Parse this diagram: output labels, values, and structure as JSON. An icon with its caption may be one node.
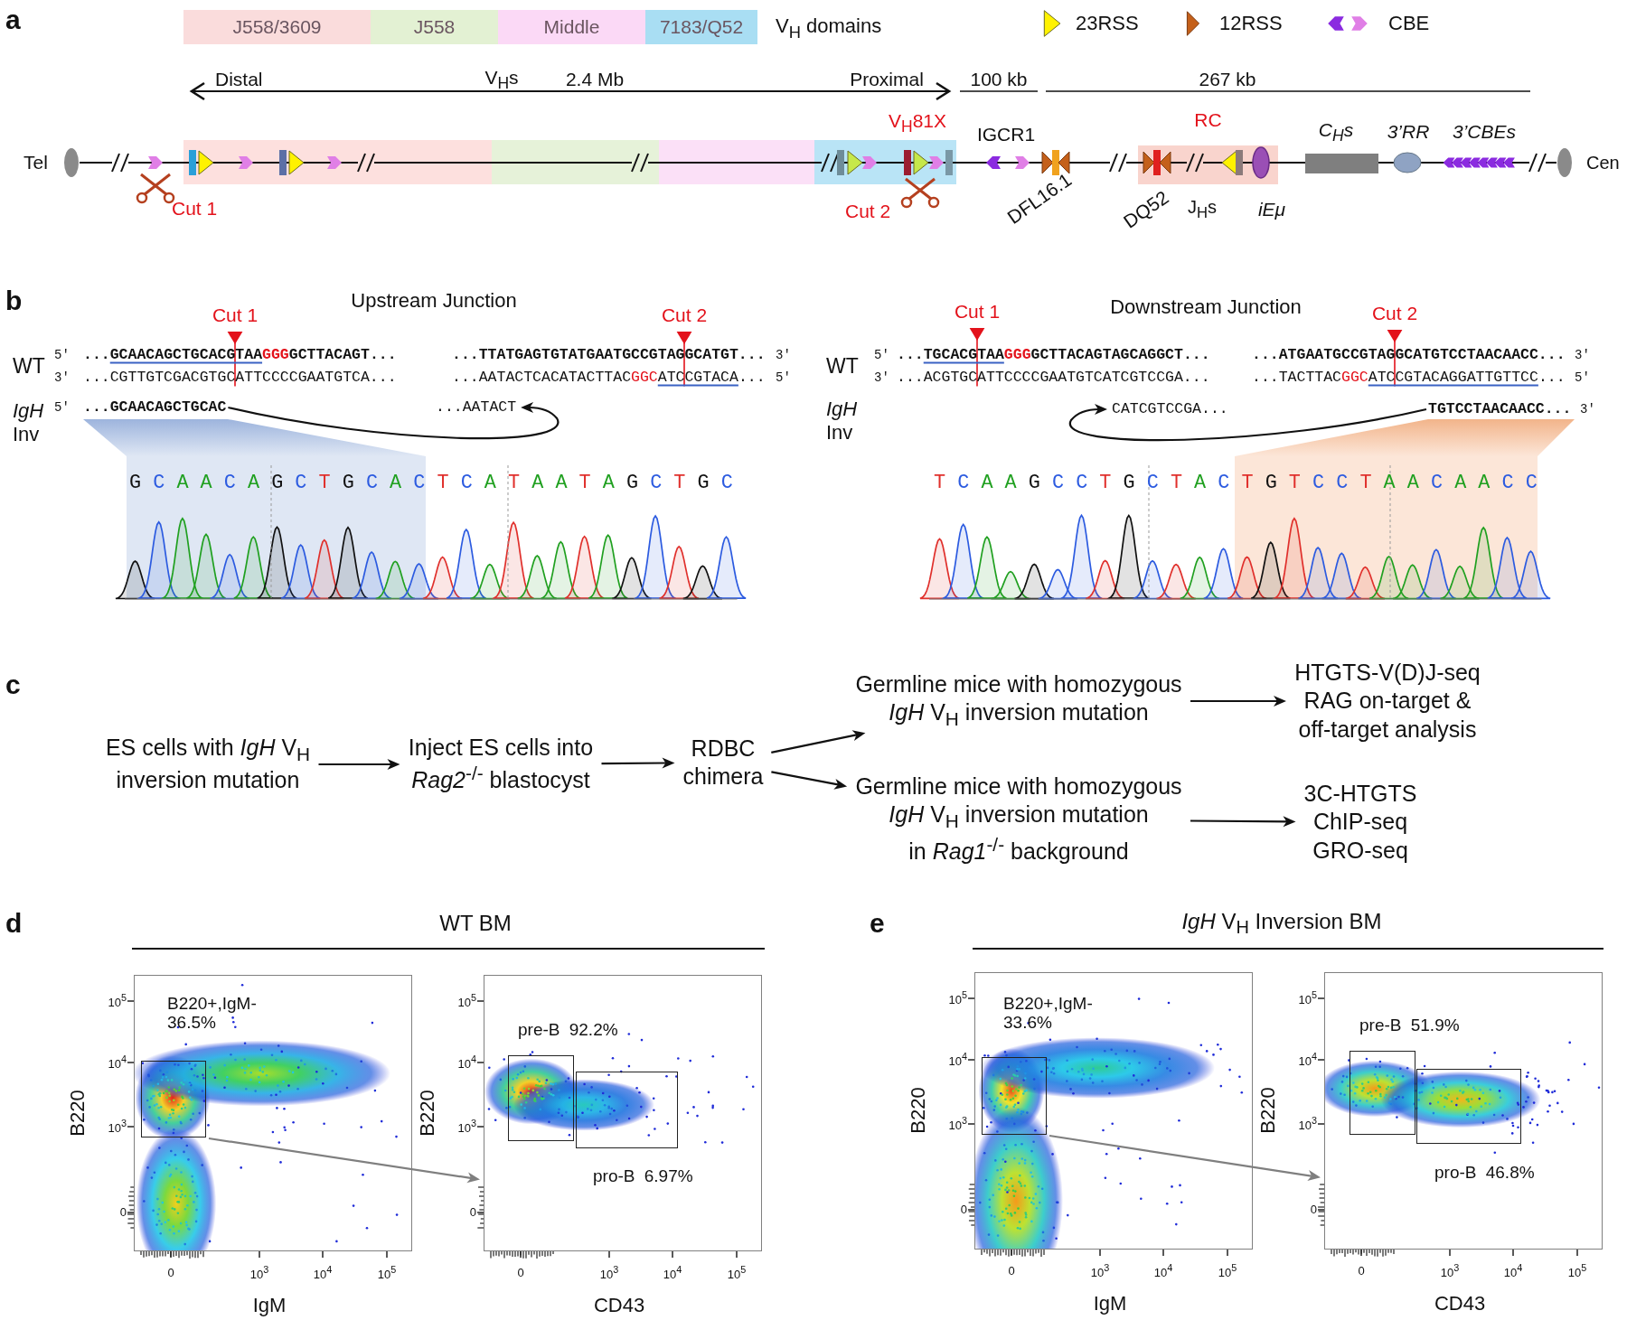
{
  "diagram": {
    "nodes": [
      {
        "text": [
          "J558/3609"
        ]
      },
      {
        "text": [
          "J558"
        ]
      },
      {
        "text": [
          "Middle"
        ]
      },
      {
        "text": [
          "7183/Q52"
        ]
      },
      {
        "text": [
          "RC"
        ]
      },
      {
        "text": [
          "...GCAACAGCTGCAC"
        ]
      },
      {
        "text": [
          "...AATACT"
        ]
      },
      {
        "text": [
          "CATCGTCCGA..."
        ]
      },
      {
        "text": [
          "TGTCCTAACAACC..."
        ]
      },
      {
        "text": [
          "ES cells with *IgH* V$_{H}$ inversion mutation"
        ]
      },
      {
        "text": [
          "Inject ES cells into *Rag2*$^{-/-}$ blastocyst"
        ]
      },
      {
        "text": [
          "RDBC chimera"
        ]
      },
      {
        "text": [
          "Germline mice with homozygous *IgH* V$_{H}$ inversion mutation"
        ]
      },
      {
        "text": [
          "Germline mice with homozygous *IgH* V$_{H}$ inversion mutation in *Rag1*$^{-/-}$ background"
        ]
      },
      {
        "text": [
          "HTGTS-V(D)J-seq RAG on-target & off-target analysis"
        ]
      },
      {
        "text": [
          "3C-HTGTS ChIP-seq GRO-seq"
        ]
      },
      {
        "text": [],
        "shape": "box"
      },
      {
        "text": [
          "B220+,IgM- 36.5%"
        ],
        "in": 16
      },
      {
        "text": [],
        "shape": "box"
      },
      {
        "text": [
          "pre-B 92.2%"
        ],
        "in": 18
      },
      {
        "text": [
          "pro-B 6.97%"
        ],
        "in": 18
      },
      {
        "text": [],
        "shape": "box"
      },
      {
        "text": [
          "B220+,IgM- 33.6%"
        ],
        "in": 21
      },
      {
        "text": [],
        "shape": "box"
      },
      {
        "text": [
          "pre-B 51.9%"
        ],
        "in": 23
      },
      {
        "text": [
          "pro-B 46.8%"
        ],
        "in": 23
      },
      {
        "text": [
          "Cut 1"
        ]
      },
      {
        "text": [
          "Cut 2"
        ]
      },
      {
        "text": [
          "Cut 1"
        ]
      },
      {
        "text": [
          "Cut 2"
        ]
      },
      {
        "text": [
          "...CGTTGTCGACGTGCATTCCCCGAATGTCA..."
        ]
      },
      {
        "text": [
          "...AATACTCACATACTTACGGCATCCGTACA..."
        ]
      },
      {
        "text": [
          "...ACGTGCATTCCCCGAATGTCATCGTCCGA..."
        ]
      },
      {
        "text": [
          "...TACTTACGGCATCCGTACAGGATTGTTCC..."
        ]
      }
    ],
    "edges": [
      {
        "from": 5,
        "to": 6,
        "arrow": "to"
      },
      {
        "from": 8,
        "to": 7,
        "arrow": "to"
      },
      {
        "from": 9,
        "to": 10,
        "arrow": "to"
      },
      {
        "from": 10,
        "to": 11,
        "arrow": "to"
      },
      {
        "from": 11,
        "to": 12,
        "arrow": "to"
      },
      {
        "from": 11,
        "to": 13,
        "arrow": "to"
      },
      {
        "from": 12,
        "to": 14,
        "arrow": "to"
      },
      {
        "from": 13,
        "to": 15,
        "arrow": "to"
      },
      {
        "from": 17,
        "to": 18,
        "arrow": "to",
        "color": "#7f7f7f"
      },
      {
        "from": 22,
        "to": 23,
        "arrow": "to",
        "color": "#7f7f7f"
      },
      {
        "from": 26,
        "to": 30,
        "arrow": "to",
        "color": "#e3121b"
      },
      {
        "from": 27,
        "to": 31,
        "arrow": "to",
        "color": "#e3121b"
      },
      {
        "from": 28,
        "to": 32,
        "arrow": "to",
        "color": "#e3121b"
      },
      {
        "from": 29,
        "to": 33,
        "arrow": "to",
        "color": "#e3121b"
      }
    ],
    "labels": [
      "a",
      "V$_{H}$ domains",
      "Distal",
      "V$_{H}$s",
      "2.4 Mb",
      "Proximal",
      "100 kb",
      "267 kb",
      "V$_{H}$81X",
      "IGCR1",
      "C$_{H}$s",
      "3’RR",
      "3’CBEs",
      "Tel",
      "Cen",
      "Cut 1",
      "Cut 2",
      "DFL16.1",
      "DQ52",
      "J$_{H}$s",
      "iEμ",
      "b",
      "Upstream Junction",
      "Downstream Junction",
      "WT",
      "5′",
      "...GCAACAGCTGCACGTAAGGGGCTTACAGT...",
      "...TTATGAGTGTATGAATGCCGTAGGCATGT...",
      "3′",
      "WT",
      "5′",
      "...TGCACGTAAGGGGCTTACAGTAGCAGGCT...",
      "...ATGAATGCCGTAGGCATGTCCTAACAACC...",
      "3′",
      "3′",
      "5′",
      "3′",
      "5′",
      "*IgH* Inv",
      "5′",
      "*IgH* Inv",
      "3′",
      "G C A A C A G C T G C A C T C A T A A T A G C T G C",
      "T C A A G C C T G C T A C T G T C C T A A C A A C C",
      "c",
      "d",
      "WT BM",
      "e",
      "*IgH* V$_{H}$ Inversion BM",
      "10$^{5}$",
      "10$^{4}$",
      "10$^{3}$",
      "0",
      "B220",
      "0",
      "10$^{3}$",
      "10$^{4}$",
      "10$^{5}$",
      "IgM",
      "10$^{5}$",
      "10$^{4}$",
      "10$^{3}$",
      "0",
      "B220",
      "0",
      "10$^{3}$",
      "10$^{4}$",
      "10$^{5}$",
      "CD43",
      "10$^{5}$",
      "10$^{4}$",
      "10$^{3}$",
      "0",
      "B220",
      "0",
      "10$^{3}$",
      "10$^{4}$",
      "10$^{5}$",
      "IgM",
      "10$^{5}$",
      "10$^{4}$",
      "10$^{3}$",
      "0",
      "B220",
      "0",
      "10$^{3}$",
      "10$^{4}$",
      "10$^{5}$",
      "CD43"
    ],
    "legend": [
      {
        "text": "23RSS"
      },
      {
        "text": "12RSS"
      },
      {
        "text": "CBE"
      }
    ]
  }
}
